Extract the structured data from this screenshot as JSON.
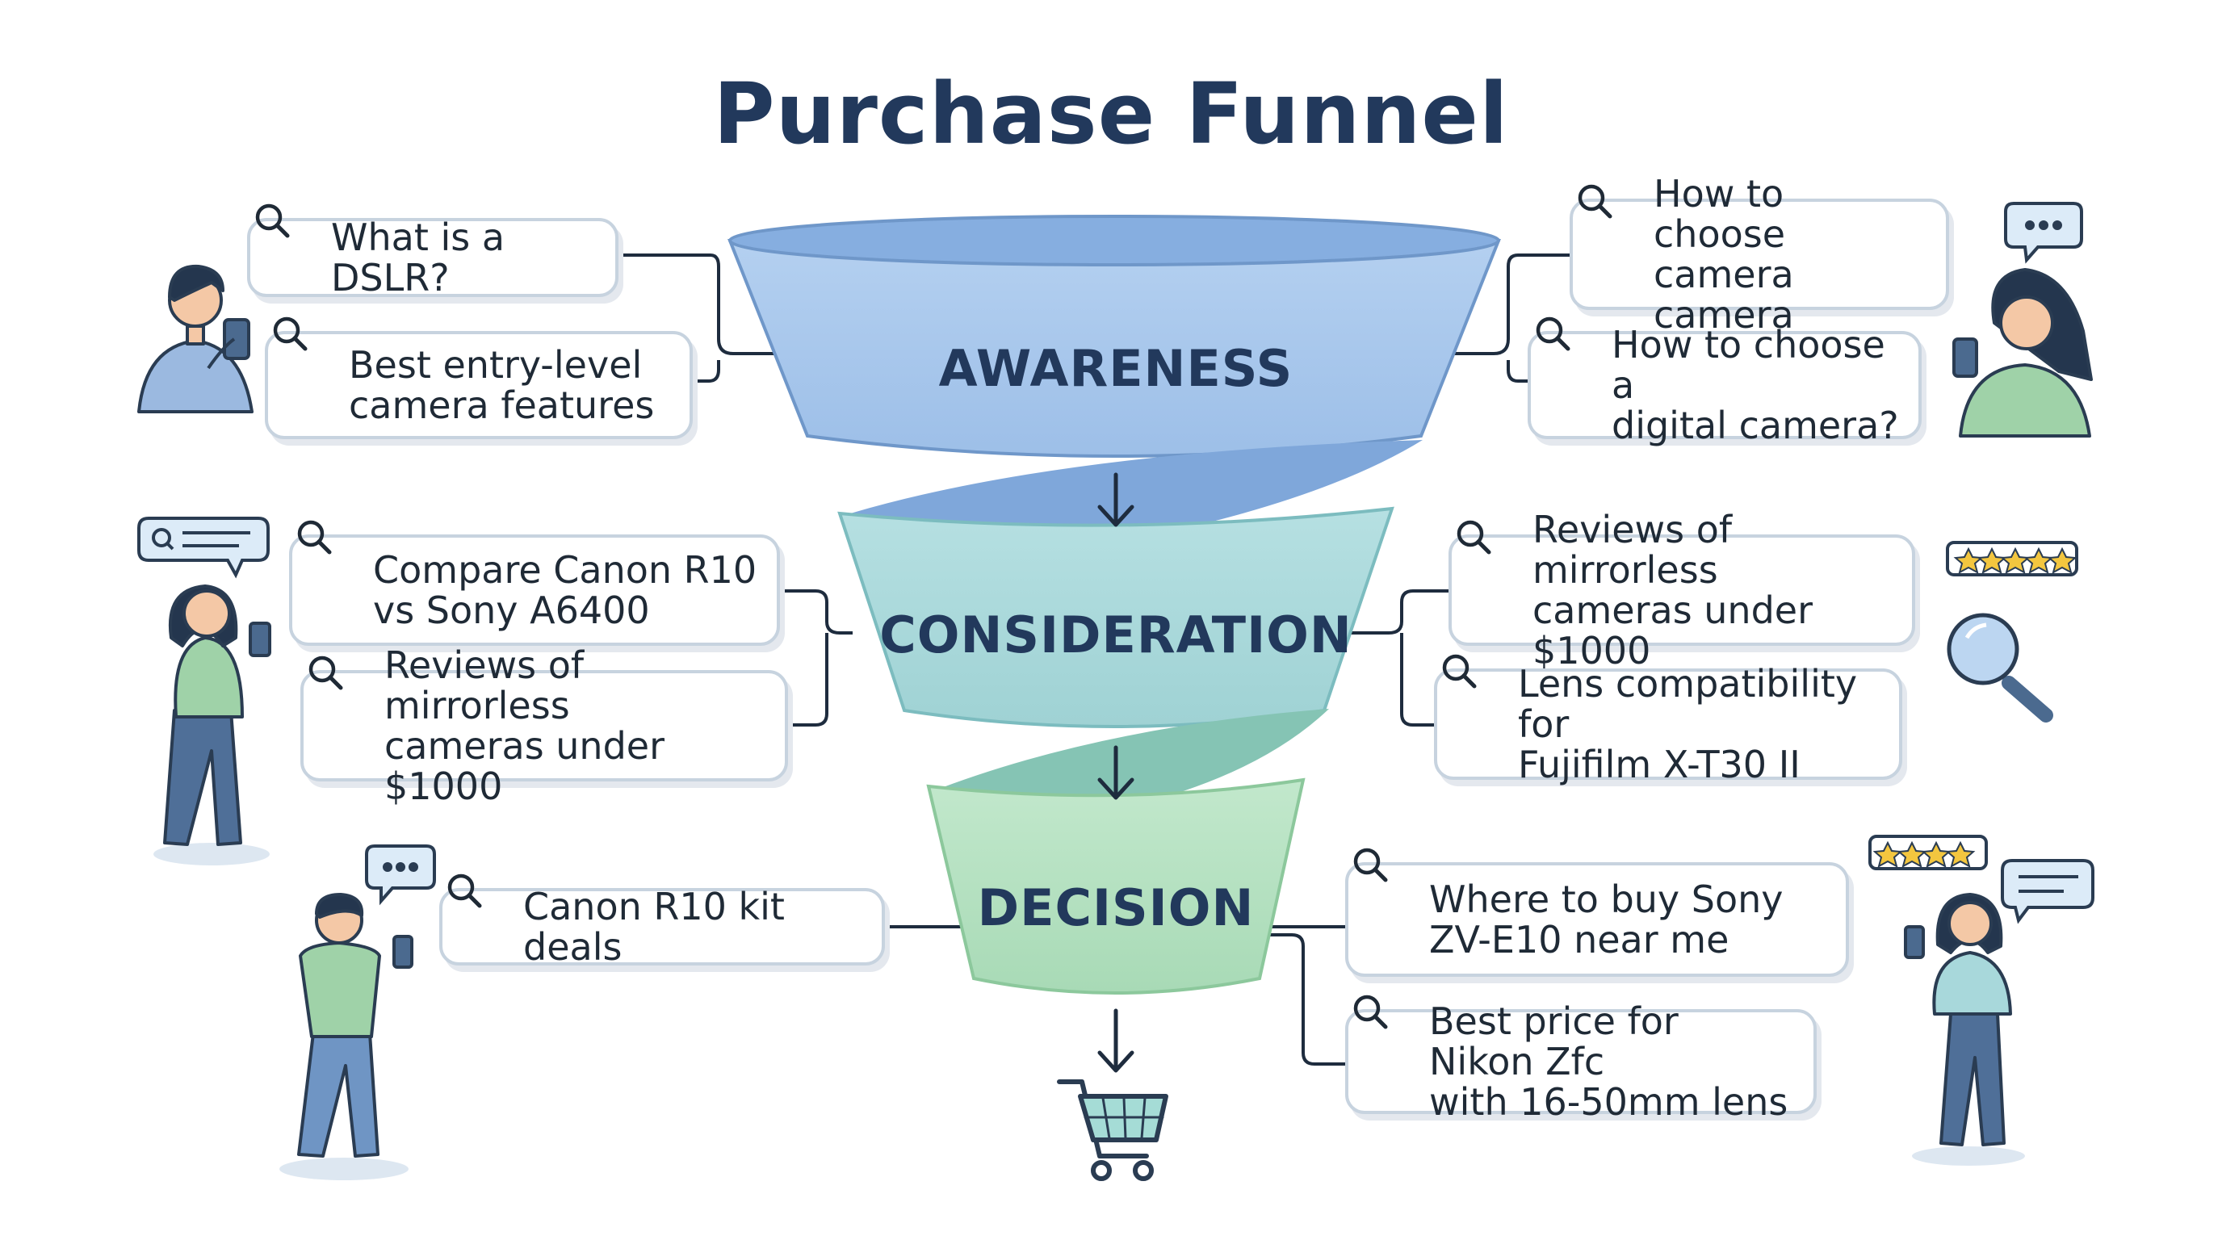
{
  "title": "Purchase Funnel",
  "stages": {
    "awareness": "AWARENESS",
    "consideration": "CONSIDERATION",
    "decision": "DECISION"
  },
  "queries": {
    "awareness_left_1": "What is a DSLR?",
    "awareness_left_2": "Best entry-level\ncamera features",
    "awareness_right_1": "How to choose\ncamera camera",
    "awareness_right_2": "How to choose a\ndigital camera?",
    "consideration_left_1": "Compare Canon R10\nvs Sony A6400",
    "consideration_left_2": "Reviews of mirrorless\ncameras under $1000",
    "consideration_right_1": "Reviews of mirrorless\ncameras under $1000",
    "consideration_right_2": "Lens compatibility for\nFujifilm X-T30 II",
    "decision_left_1": "Canon R10 kit deals",
    "decision_right_1": "Where to buy Sony\nZV-E10 near me",
    "decision_right_2": "Best price for Nikon Zfc\nwith 16-50mm lens"
  },
  "icons": {
    "query": "search-icon",
    "cart": "shopping-cart-icon",
    "magnifier": "magnifying-glass-icon",
    "rating": "star-rating-icon",
    "chat": "chat-bubble-icon"
  },
  "colors": {
    "title": "#22395c",
    "awareness": "#a9c8ec",
    "consideration": "#a8d8db",
    "decision": "#b3dfc0",
    "connector": "#1e2c3e",
    "box_border": "#c7d3df"
  }
}
